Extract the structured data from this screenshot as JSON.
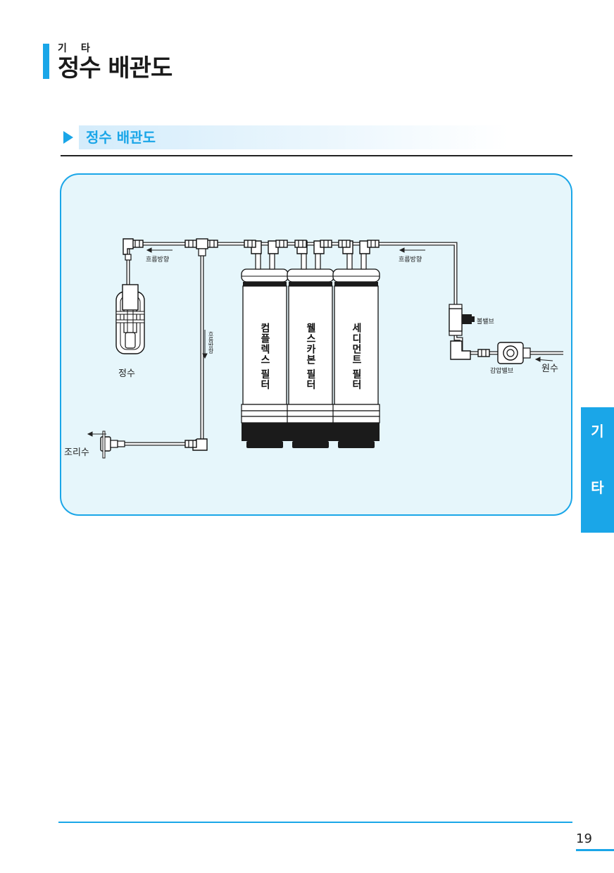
{
  "header": {
    "category_chars": [
      "기",
      "타"
    ],
    "title": "정수 배관도"
  },
  "section": {
    "title": "정수 배관도"
  },
  "diagram": {
    "flow_left": "흐름방향",
    "flow_right": "흐름방향",
    "flow_vertical": "흐름방향",
    "faucet_label": "정수",
    "cook_label": "조리수",
    "ball_valve_label": "볼밸브",
    "pressure_valve_label": "감압밸브",
    "raw_water_label": "원수",
    "filters": [
      "컴플렉스 필터",
      "웰스카본 필터",
      "세디먼트 필터"
    ]
  },
  "side_tab": {
    "chars": [
      "기",
      "타"
    ]
  },
  "footer": {
    "page_number": "19"
  },
  "colors": {
    "accent": "#1aa6e8",
    "diagram_bg": "#e6f6fb"
  }
}
